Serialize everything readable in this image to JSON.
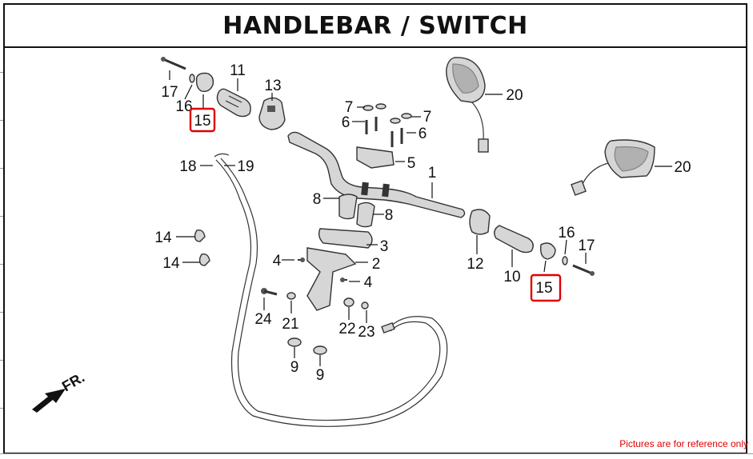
{
  "title": "HANDLEBAR / SWITCH",
  "note": "Pictures are for reference only",
  "fr_label": "FR.",
  "highlight_color": "#e00000",
  "callouts": {
    "c1": "1",
    "c2": "2",
    "c3": "3",
    "c4a": "4",
    "c4b": "4",
    "c5": "5",
    "c6a": "6",
    "c6b": "6",
    "c7a": "7",
    "c7b": "7",
    "c8a": "8",
    "c8b": "8",
    "c9a": "9",
    "c9b": "9",
    "c10": "10",
    "c11": "11",
    "c12": "12",
    "c13": "13",
    "c14a": "14",
    "c14b": "14",
    "c15a": "15",
    "c15b": "15",
    "c16a": "16",
    "c16b": "16",
    "c17a": "17",
    "c17b": "17",
    "c18": "18",
    "c19": "19",
    "c20a": "20",
    "c20b": "20",
    "c21": "21",
    "c22": "22",
    "c23": "23",
    "c24": "24"
  }
}
